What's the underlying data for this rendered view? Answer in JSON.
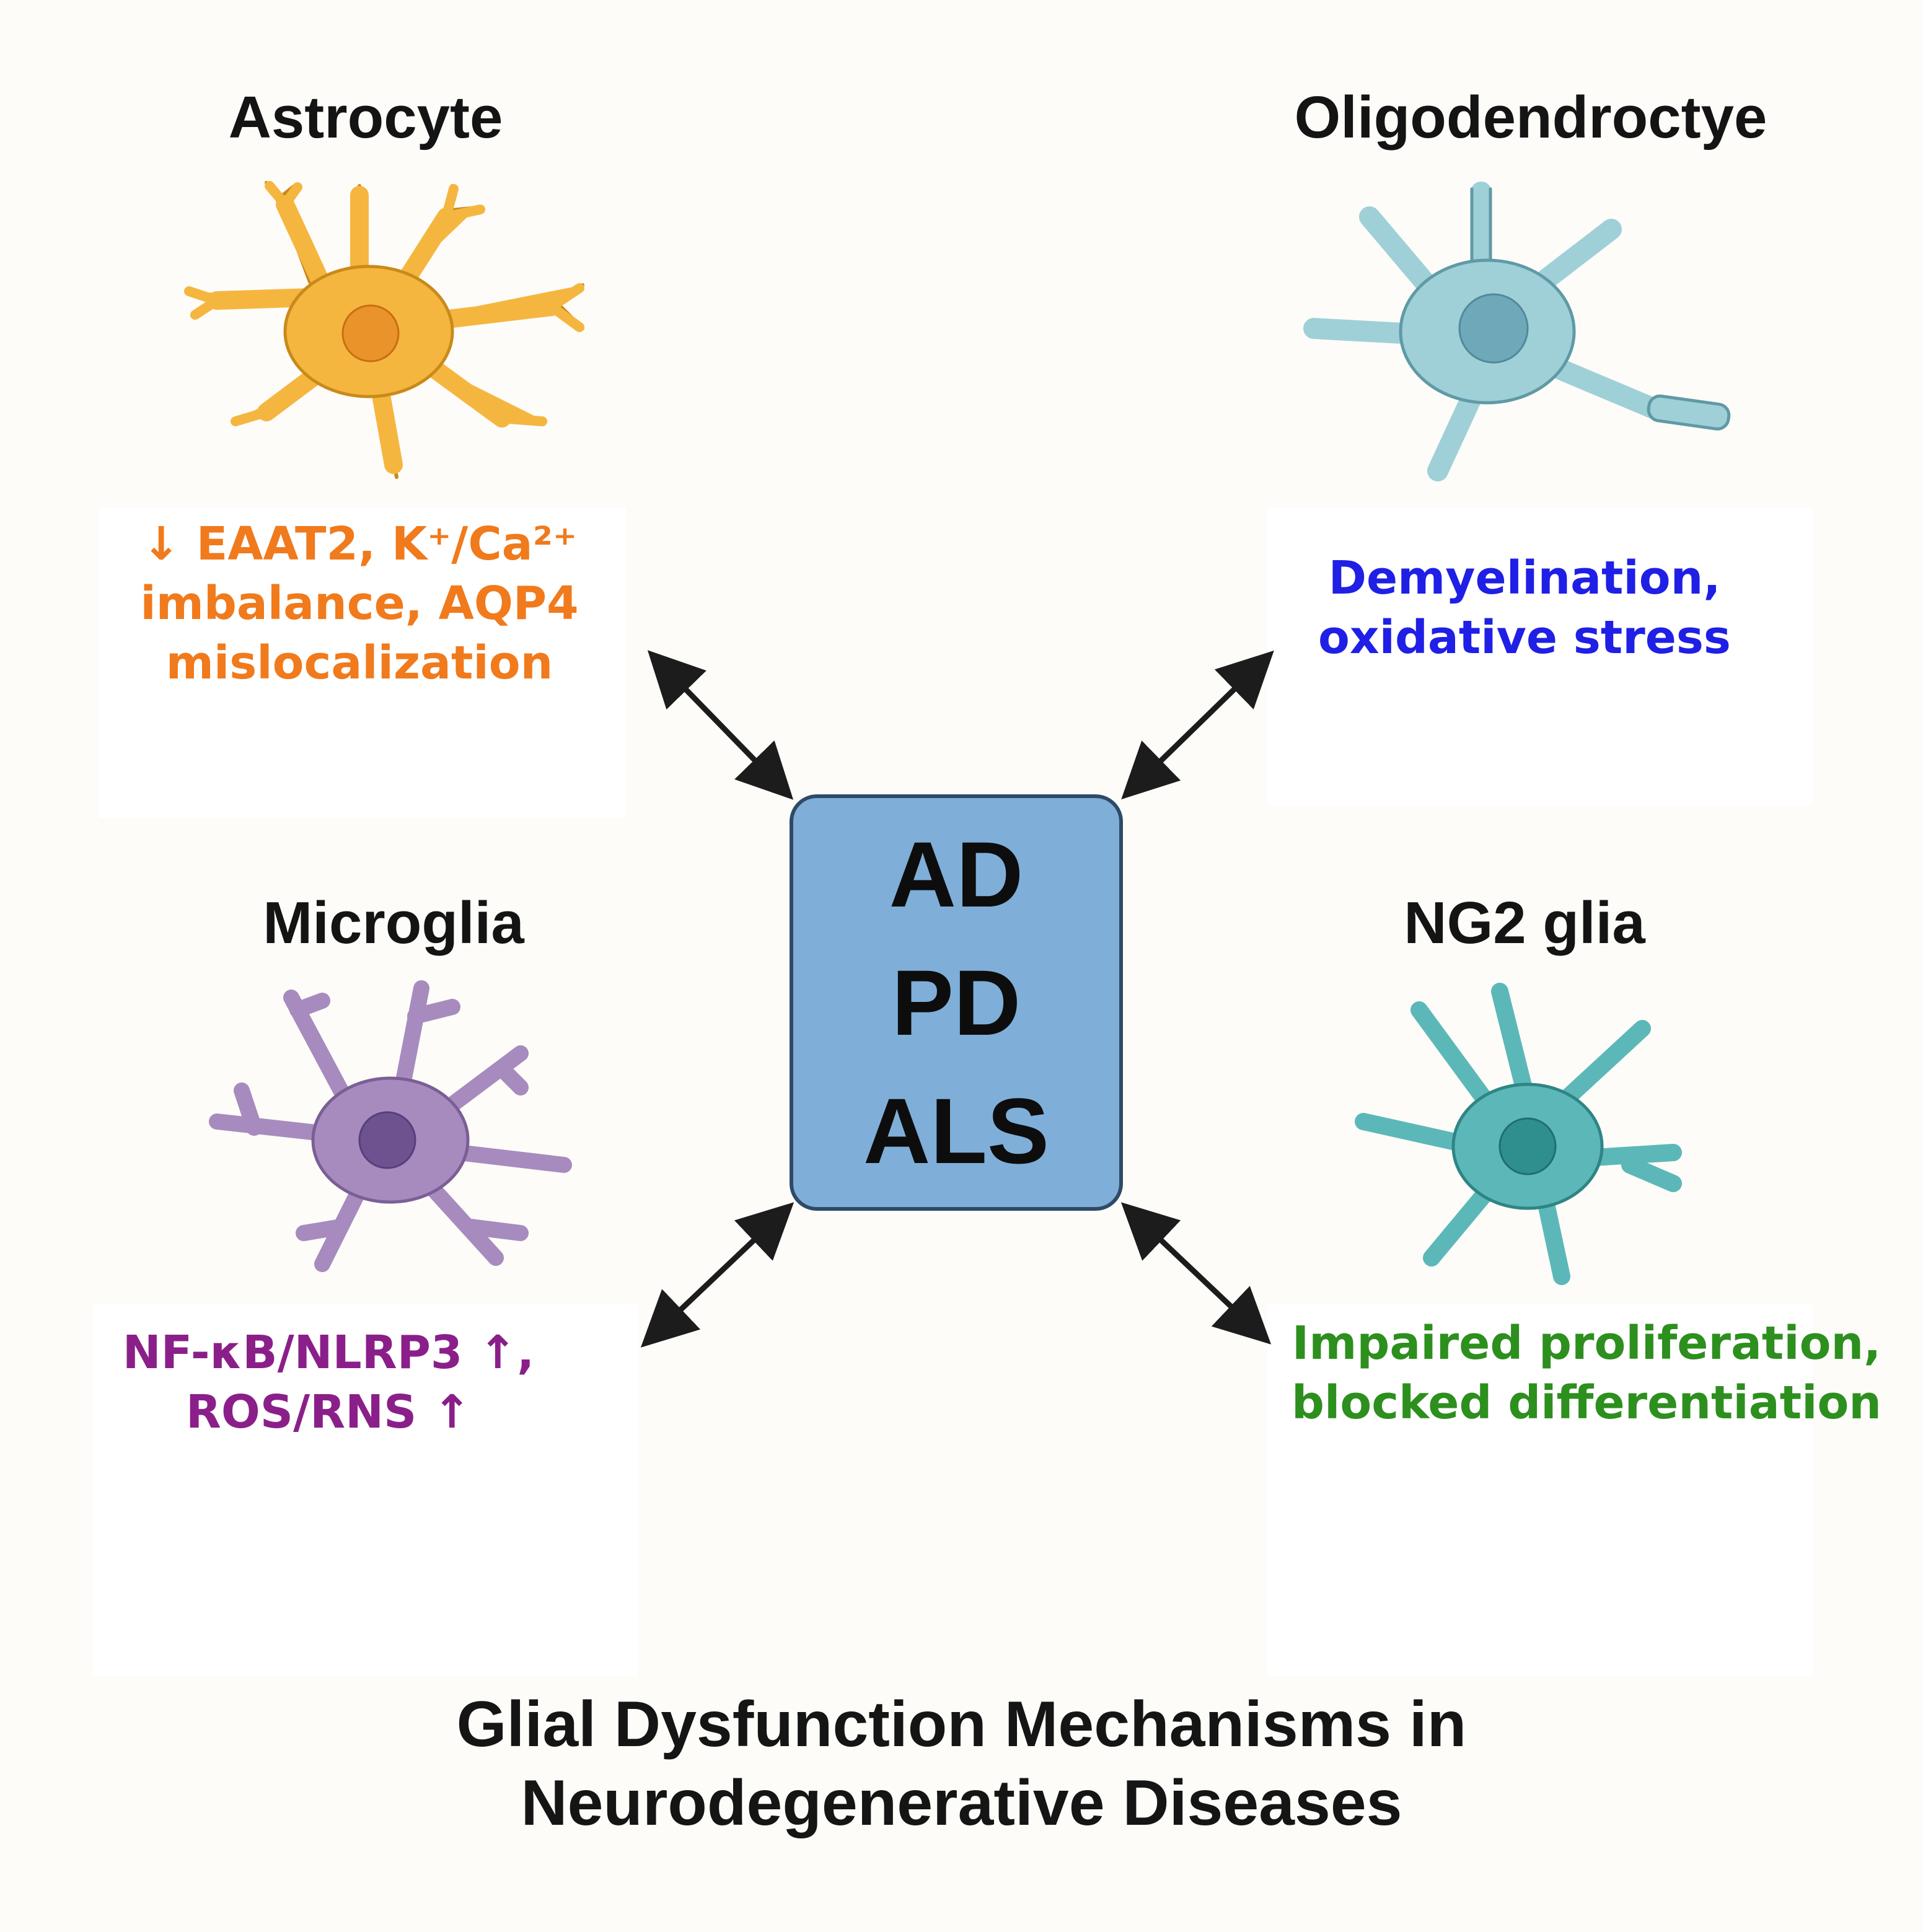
{
  "cells": {
    "astrocyte": {
      "title": "Astrocyte",
      "lines": [
        "↓ EAAT2, K⁺/Ca²⁺",
        "imbalance, AQP4",
        "mislocalization"
      ],
      "color": "#f07a1c",
      "fill": "#f5b640",
      "nucleus": "#e9932a"
    },
    "oligodendrocyte": {
      "title": "Oligodendroctye",
      "lines": [
        "Demyelination,",
        "oxidative stress"
      ],
      "color": "#1f1fe6",
      "fill": "#9fd0d8",
      "nucleus": "#6fa8b8"
    },
    "microglia": {
      "title": "Microglia",
      "lines": [
        "NF-κB/NLRP3 ↑,",
        "ROS/RNS ↑"
      ],
      "color": "#8a1f8a",
      "fill": "#a78bbf",
      "nucleus": "#6e5290"
    },
    "ng2": {
      "title": "NG2 glia",
      "lines": [
        "Impaired proliferation,",
        "blocked differentiation"
      ],
      "color": "#2d8f1e",
      "fill": "#5cb8b8",
      "nucleus": "#2f8f8f"
    }
  },
  "center": {
    "lines": [
      "AD",
      "PD",
      "ALS"
    ]
  },
  "footer": {
    "lines": [
      "Glial Dysfunction Mechanisms in",
      "Neurodegenerative Diseases"
    ]
  }
}
